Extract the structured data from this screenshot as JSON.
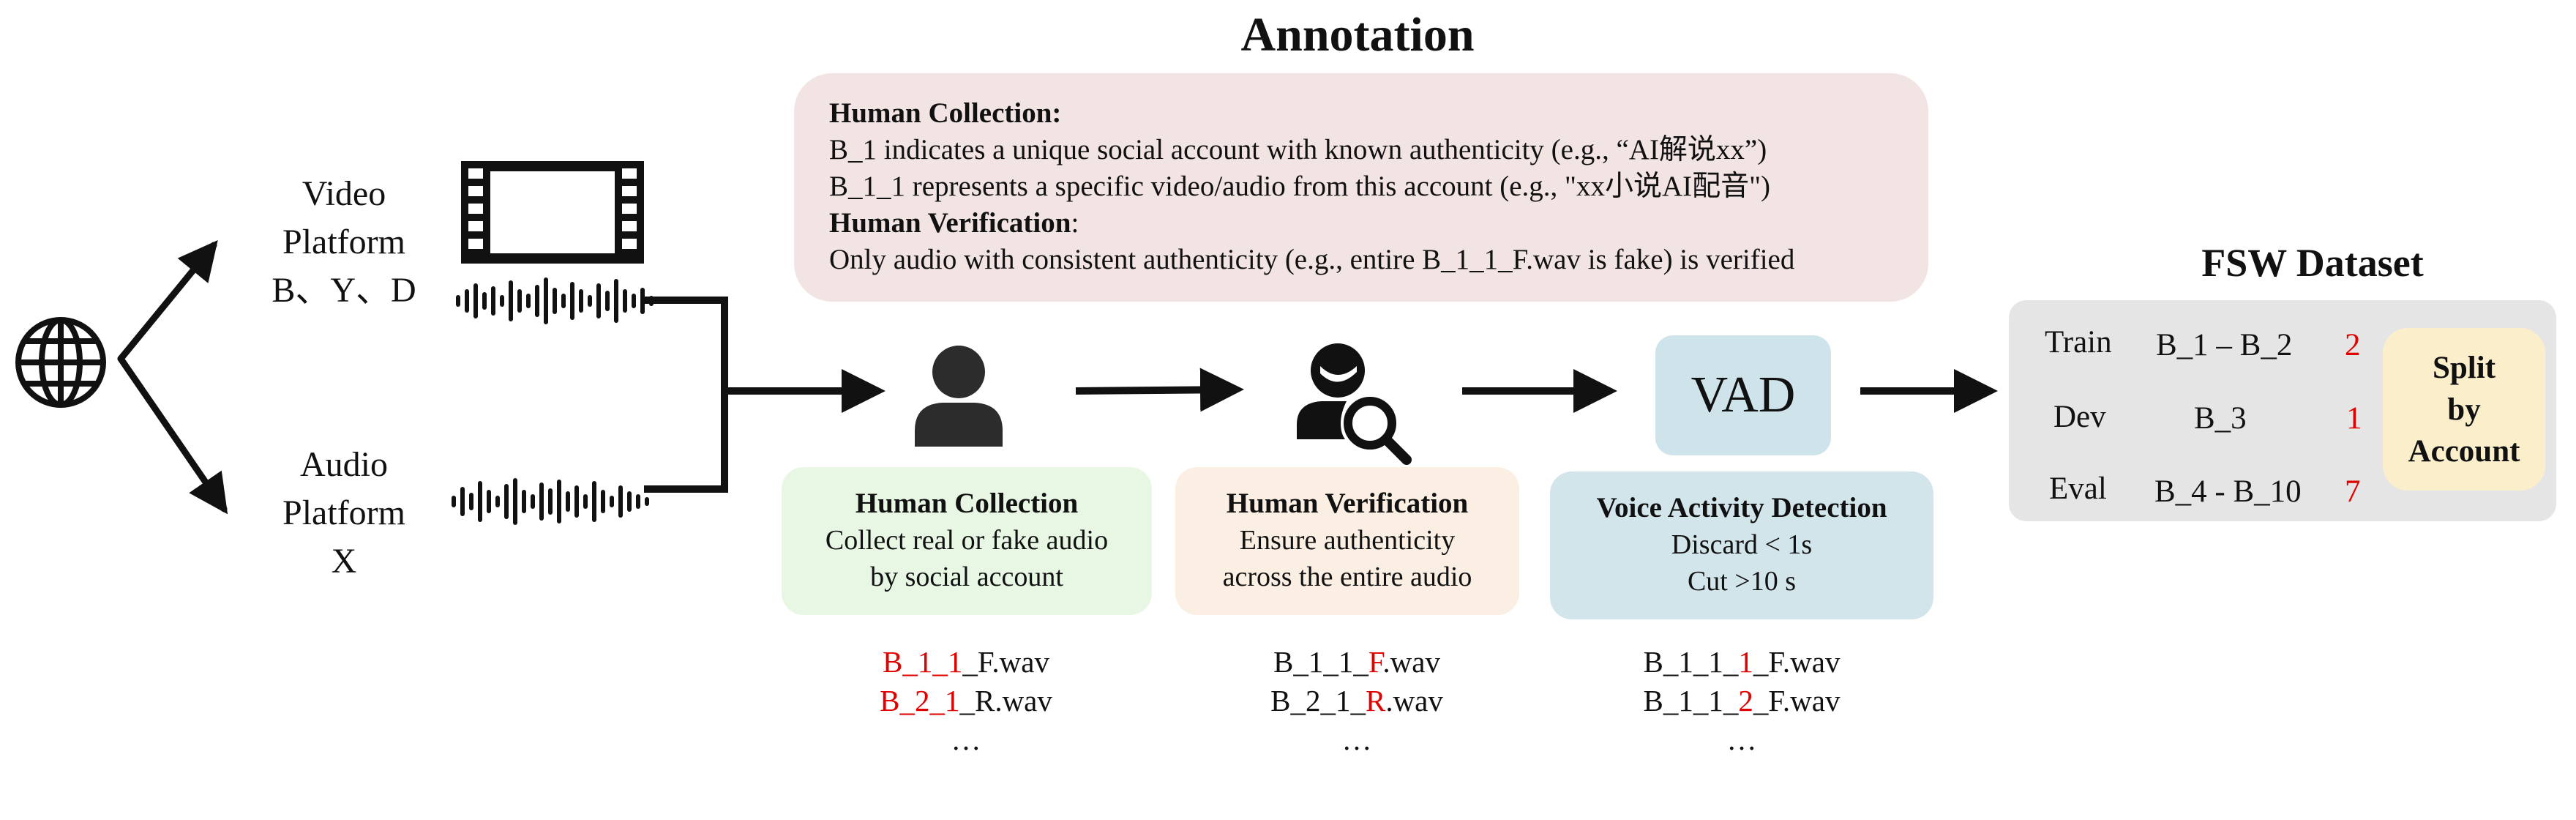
{
  "title": "Annotation",
  "annotation": {
    "collection_heading": "Human Collection:",
    "line1": "B_1 indicates a unique social account with known authenticity (e.g., “AI解说xx”)",
    "line2": "B_1_1 represents a specific video/audio from this account (e.g., \"xx小说AI配音\")",
    "verification_heading": "Human Verification",
    "verification_colon": ":",
    "line3": "Only audio with consistent authenticity (e.g., entire B_1_1_F.wav is fake) is verified"
  },
  "video_platform": {
    "line1": "Video",
    "line2": "Platform",
    "line3": "B、Y、D"
  },
  "audio_platform": {
    "line1": "Audio",
    "line2": "Platform",
    "line3": "X"
  },
  "icons": {
    "globe": "globe-icon",
    "film": "film-icon",
    "waveform": "waveform-icon",
    "person": "person-icon",
    "person_search": "person-search-icon"
  },
  "human_collection": {
    "title": "Human Collection",
    "line1": "Collect real or fake audio",
    "line2": "by social account",
    "color": "#e8f7e4",
    "files": [
      {
        "red": "B_1_1",
        "rest": "_F.wav"
      },
      {
        "red": "B_2_1",
        "rest": "_R.wav"
      }
    ],
    "ellipsis": "…"
  },
  "human_verification": {
    "title": "Human Verification",
    "line1": "Ensure authenticity",
    "line2": "across the entire audio",
    "color": "#fbeee3",
    "files": [
      {
        "pre": "B_1_1_",
        "red": "F",
        "post": ".wav"
      },
      {
        "pre": "B_2_1_",
        "red": "R",
        "post": ".wav"
      }
    ],
    "ellipsis": "…"
  },
  "vad": {
    "label": "VAD",
    "title": "Voice Activity Detection",
    "line1": "Discard < 1s",
    "line2": "Cut >10 s",
    "color": "#d1e5eb",
    "files": [
      {
        "pre": "B_1_1_",
        "red": "1",
        "post": "_F.wav"
      },
      {
        "pre": "B_1_1_",
        "red": "2",
        "post": "_F.wav"
      }
    ],
    "ellipsis": "…"
  },
  "fsw": {
    "title": "FSW Dataset",
    "rows": [
      {
        "split": "Train",
        "accounts": "B_1 – B_2",
        "count": "2"
      },
      {
        "split": "Dev",
        "accounts": "B_3",
        "count": "1"
      },
      {
        "split": "Eval",
        "accounts": "B_4 - B_10",
        "count": "7"
      }
    ],
    "split_note": {
      "line1": "Split",
      "line2": "by",
      "line3": "Account"
    },
    "accent": "#e00000"
  }
}
